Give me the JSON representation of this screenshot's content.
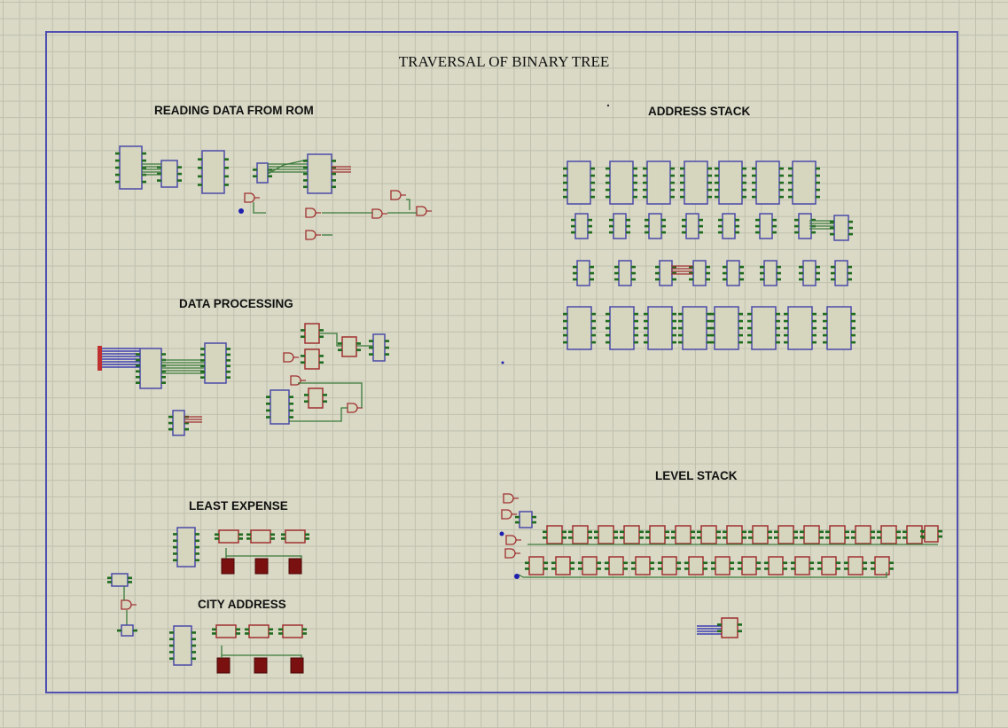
{
  "sheet": {
    "title": "TRAVERSAL OF BINARY TREE"
  },
  "sections": {
    "reading_rom": "READING DATA FROM ROM",
    "address_stack": "ADDRESS STACK",
    "data_processing": "DATA PROCESSING",
    "level_stack": "LEVEL STACK",
    "least_expense": "LEAST EXPENSE",
    "city_address": "CITY ADDRESS"
  },
  "colors": {
    "sheet_background": "#d9d9c6",
    "grid_line": "#bfbfad",
    "frame_border": "#5050b0",
    "chip_fill": "#d6d6bf",
    "chip_border": "#4a4aa8",
    "pin_green": "#1f6b1f",
    "wire_green": "#3a7a3a",
    "gate_red": "#a03030",
    "led_dark_red": "#7a1010",
    "bus_blue": "#2020b0"
  },
  "icons": [
    "ic-chip-icon",
    "flip-flop-icon",
    "logic-gate-icon",
    "led-icon",
    "probe-icon"
  ]
}
